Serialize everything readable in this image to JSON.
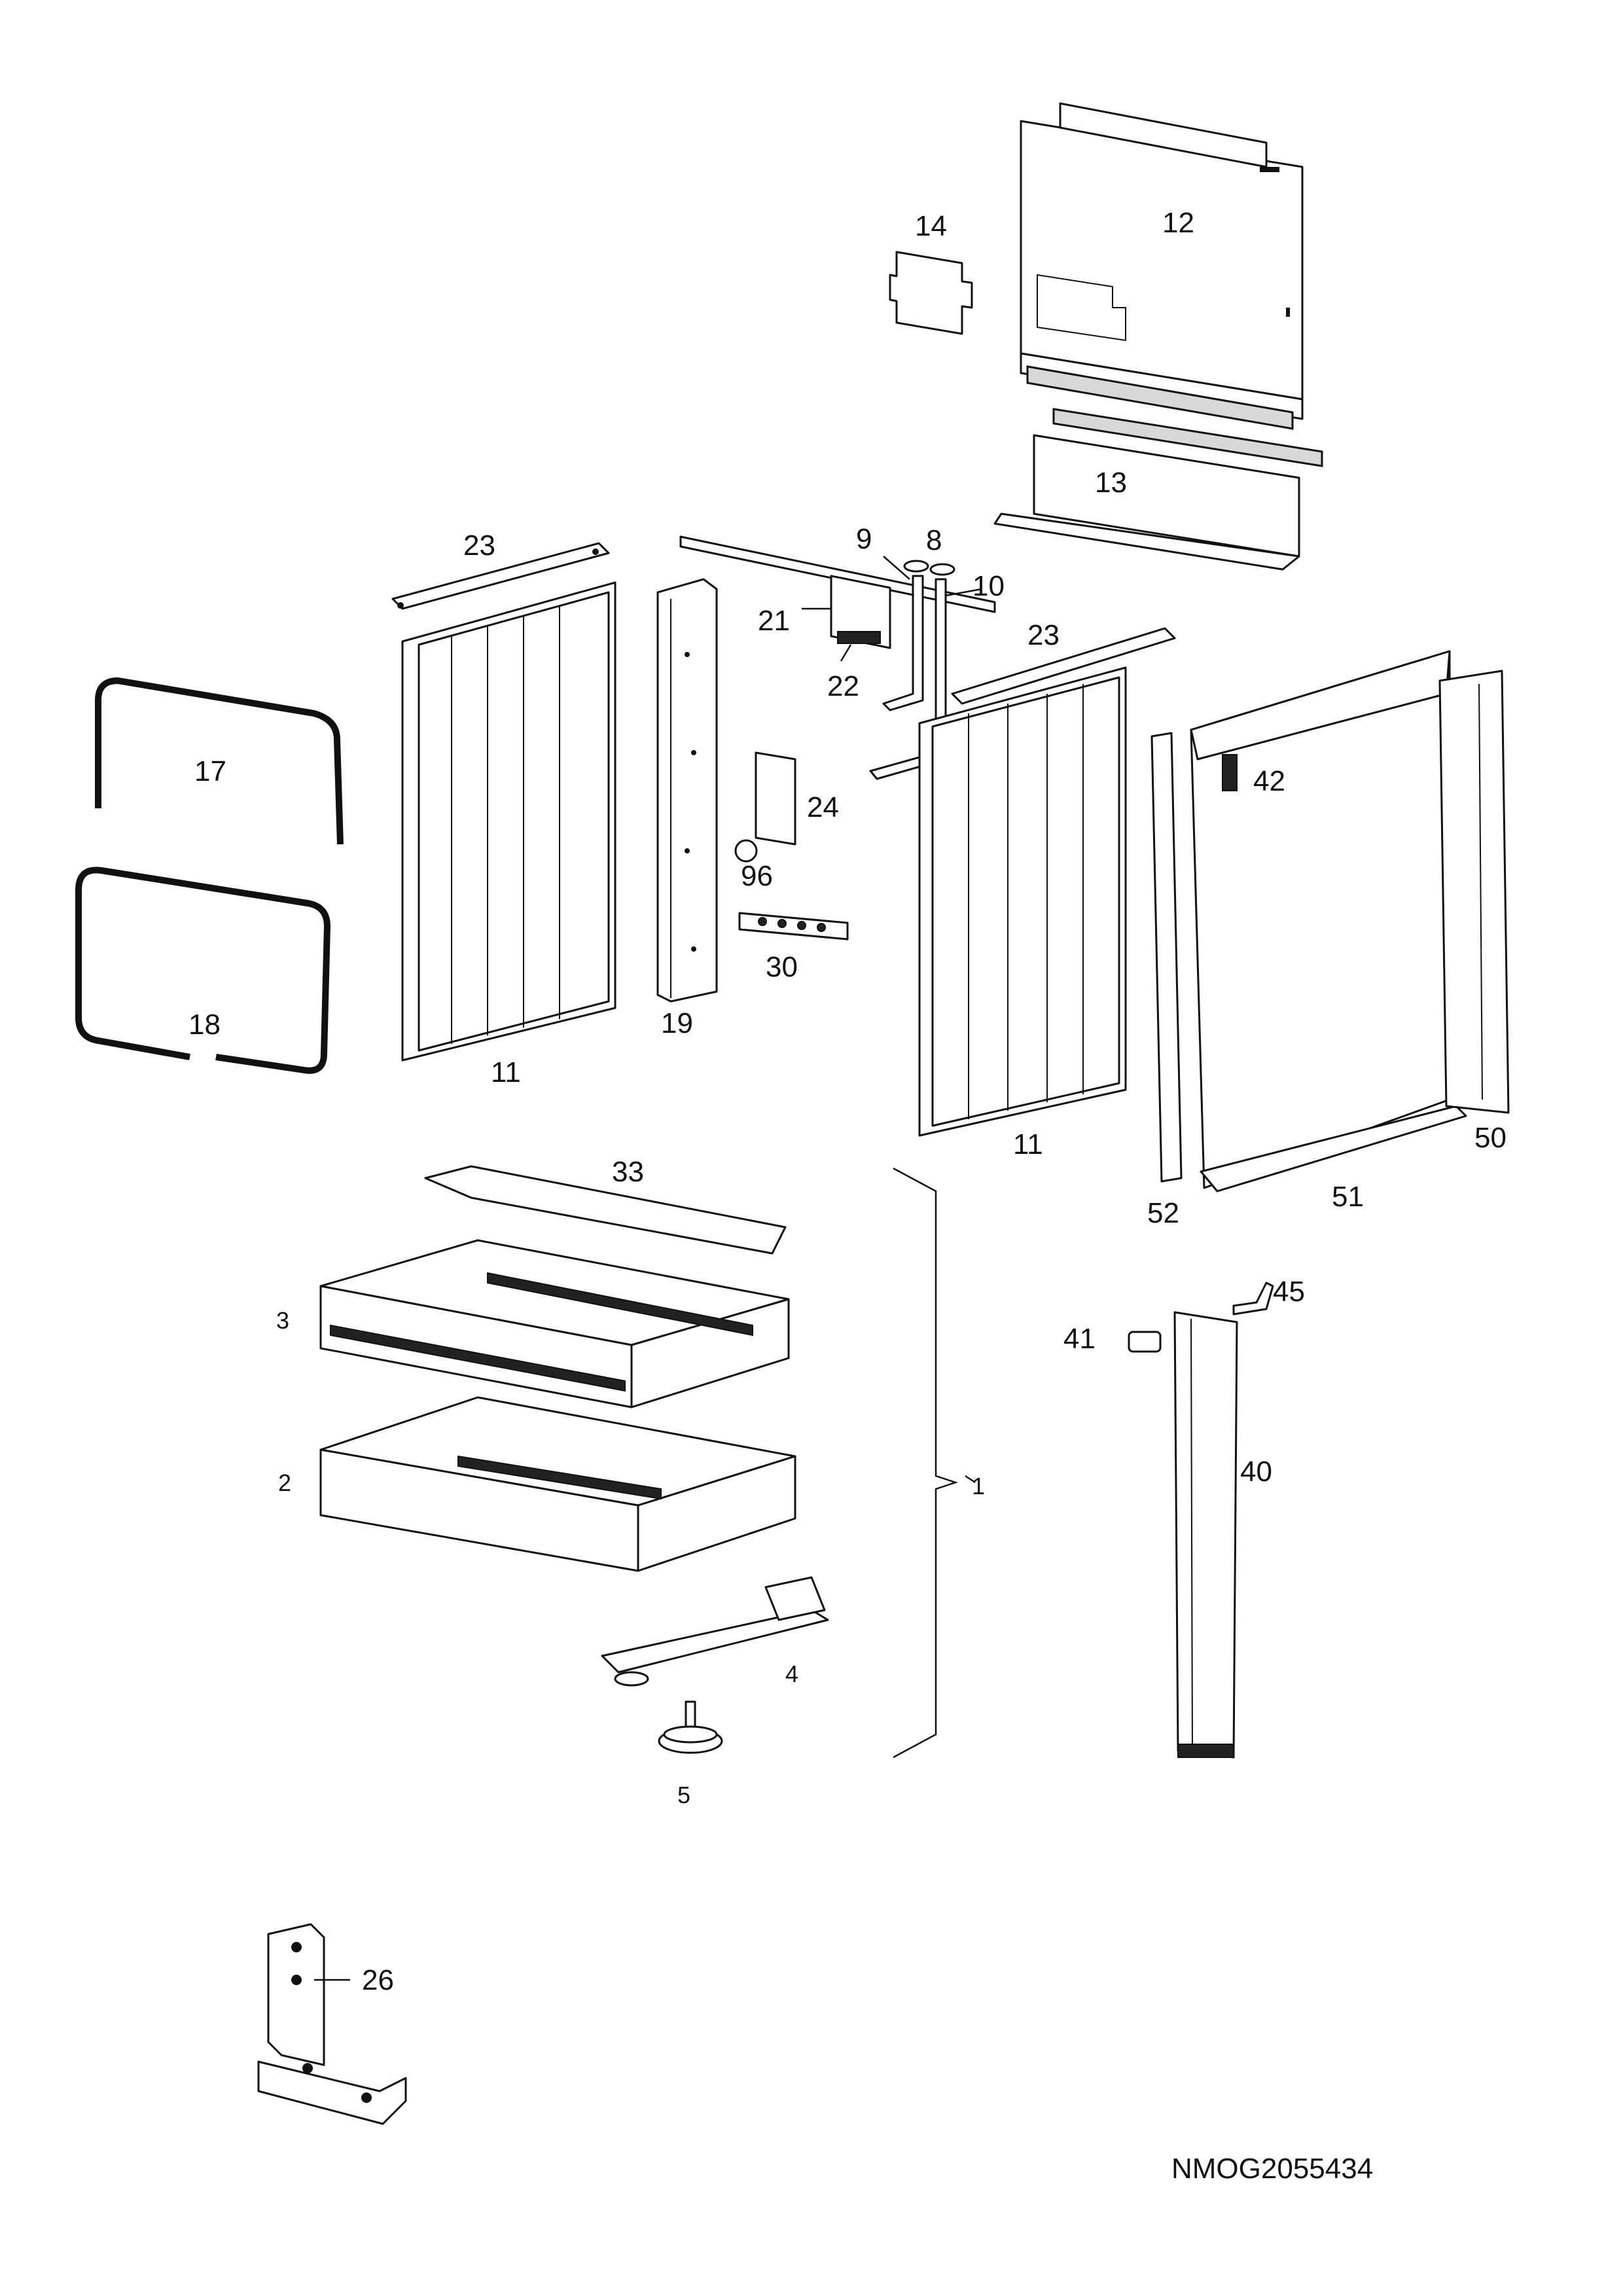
{
  "drawing": {
    "document_id": "NMOG2055434",
    "callouts": {
      "p1": "1",
      "p2": "2",
      "p3": "3",
      "p4": "4",
      "p5": "5",
      "p8": "8",
      "p9": "9",
      "p10": "10",
      "p11a": "11",
      "p11b": "11",
      "p12": "12",
      "p13": "13",
      "p14": "14",
      "p17": "17",
      "p18": "18",
      "p19": "19",
      "p21": "21",
      "p22": "22",
      "p23a": "23",
      "p23b": "23",
      "p24": "24",
      "p26": "26",
      "p30": "30",
      "p33": "33",
      "p40": "40",
      "p41": "41",
      "p42": "42",
      "p45": "45",
      "p50": "50",
      "p51": "51",
      "p52": "52",
      "p96": "96"
    }
  }
}
